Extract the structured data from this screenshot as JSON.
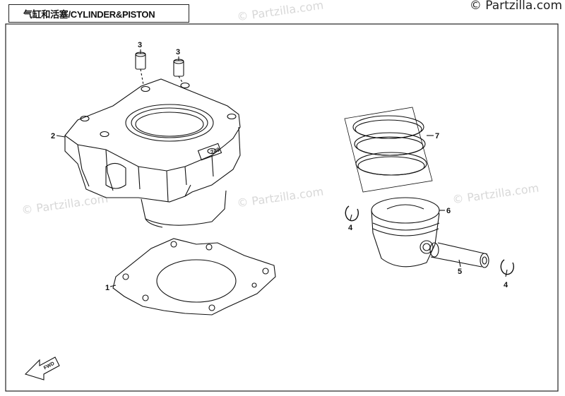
{
  "title": "气缸和活塞/CYLINDER&PISTON",
  "copyright": "© Partzilla.com",
  "watermark": "© Partzilla.com",
  "fwd_label": "FWD",
  "cylinder_mark": "249",
  "callouts": {
    "gasket": "1",
    "cylinder": "2",
    "dowel_left": "3",
    "dowel_right": "3",
    "clip_left": "4",
    "clip_right": "4",
    "pin": "5",
    "piston": "6",
    "rings": "7"
  }
}
